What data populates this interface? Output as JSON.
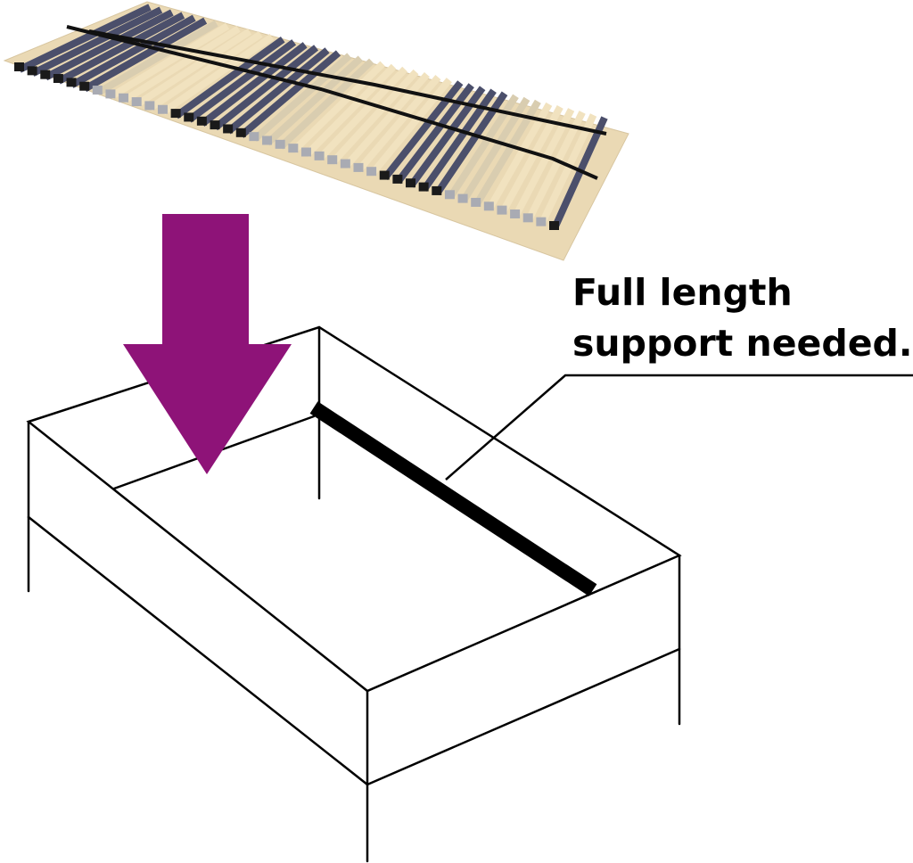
{
  "callout": {
    "line1": "Full length",
    "line2": "support needed."
  },
  "colors": {
    "arrow": "#8e1378",
    "wood": "#ead9b4",
    "slat_dark": "#4b4f6b",
    "slat_grey": "#a9abb3",
    "outline": "#000000"
  },
  "icons": [
    "slatted-bed-base-photo",
    "down-arrow",
    "bed-frame-outline",
    "center-support-beam"
  ]
}
